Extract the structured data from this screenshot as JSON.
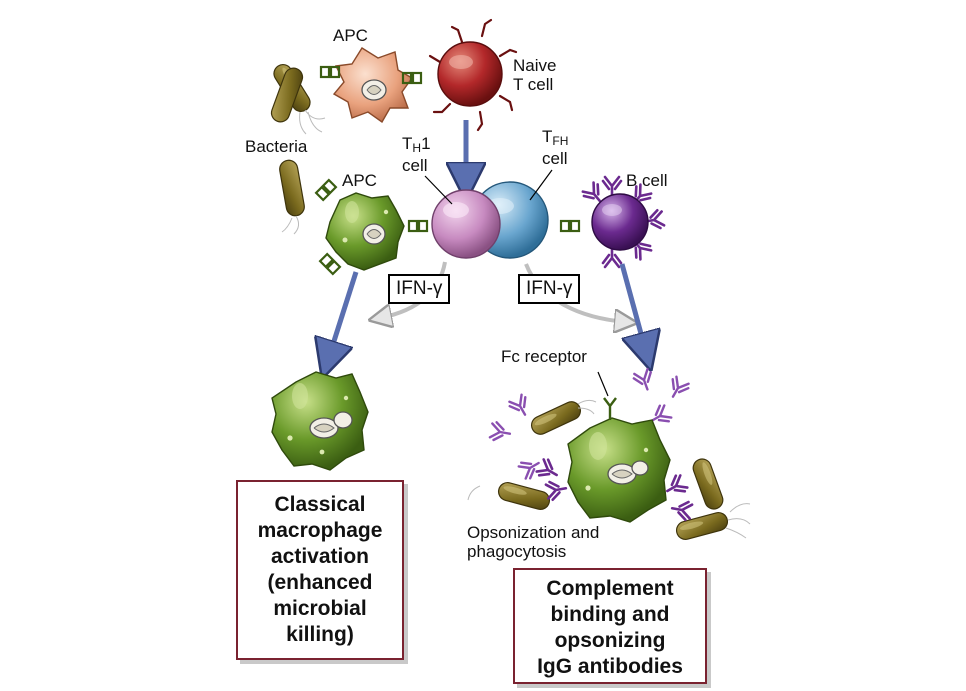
{
  "labels": {
    "apc_top": "APC",
    "naive_t": "Naive\nT cell",
    "bacteria": "Bacteria",
    "apc_mid": "APC",
    "th1_T": "T",
    "th1_sub": "H",
    "th1_rest": "1",
    "th1_cell": "cell",
    "tfh_T": "T",
    "tfh_sub": "FH",
    "tfh_cell": "cell",
    "b_cell": "B cell",
    "ifn_left": "IFN-γ",
    "ifn_right": "IFN-γ",
    "fc_receptor": "Fc receptor",
    "opsonization": "Opsonization and\nphagocytosis"
  },
  "outcomes": {
    "left": "Classical\nmacrophage\nactivation\n(enhanced\nmicrobial\nkilling)",
    "right": "Complement\nbinding and\nopsonizing\nIgG antibodies"
  },
  "colors": {
    "apc_orange": "#e9a27e",
    "t_cell_red": "#a3201f",
    "macrophage_green": "#6a9a2a",
    "th1_pink": "#c78ac0",
    "tfh_blue": "#6aa6cf",
    "b_cell_purple": "#6b2a8f",
    "bacteria_olive": "#7a6a1e",
    "arrow_blue": "#5a6fb0",
    "outcome_border": "#7a2230"
  }
}
